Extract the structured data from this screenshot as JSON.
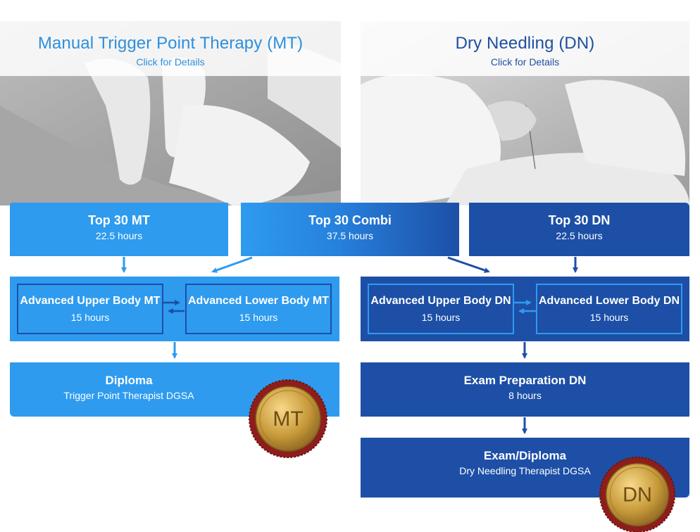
{
  "courses": {
    "mt": {
      "title": "Manual Trigger Point Therapy (MT)",
      "link": "Click for Details"
    },
    "dn": {
      "title": "Dry Needling (DN)",
      "link": "Click for Details"
    }
  },
  "top": {
    "mt": {
      "title": "Top 30 MT",
      "hours": "22.5 hours"
    },
    "combi": {
      "title": "Top 30 Combi",
      "hours": "37.5 hours"
    },
    "dn": {
      "title": "Top 30 DN",
      "hours": "22.5 hours"
    }
  },
  "advanced": {
    "upper_mt": {
      "title": "Advanced Upper Body MT",
      "hours": "15 hours"
    },
    "lower_mt": {
      "title": "Advanced Lower Body MT",
      "hours": "15 hours"
    },
    "upper_dn": {
      "title": "Advanced Upper Body DN",
      "hours": "15 hours"
    },
    "lower_dn": {
      "title": "Advanced Lower Body DN",
      "hours": "15 hours"
    }
  },
  "diploma_mt": {
    "title": "Diploma",
    "subtitle": "Trigger Point Therapist DGSA"
  },
  "exam_prep_dn": {
    "title": "Exam Preparation DN",
    "hours": "8 hours"
  },
  "exam_diploma_dn": {
    "title": "Exam/Diploma",
    "subtitle": "Dry Needling Therapist DGSA"
  },
  "seals": {
    "mt": "MT",
    "dn": "DN"
  },
  "colors": {
    "light_blue": "#2e9bef",
    "dark_blue": "#1d4fa6",
    "title_blue": "#2e8fdc",
    "seal_gold": "#c79a3a",
    "seal_red": "#8e1e1b"
  },
  "icons": [
    "photo-mt-hand",
    "photo-dn-needle",
    "arrow-down",
    "arrow-right",
    "arrow-left",
    "medal-seal"
  ]
}
